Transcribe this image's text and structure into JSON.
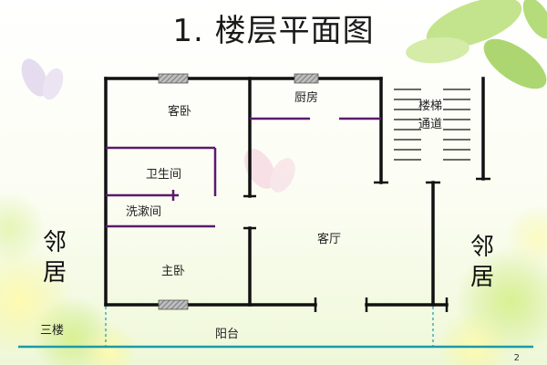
{
  "slide": {
    "title": "1. 楼层平面图",
    "page_number": "2"
  },
  "rooms": {
    "guest_bedroom": "客卧",
    "kitchen": "厨房",
    "stairwell_line1": "楼梯",
    "stairwell_line2": "通道",
    "bathroom": "卫生间",
    "washroom": "洗漱间",
    "living_room": "客厅",
    "master_bedroom": "主卧",
    "balcony": "阳台"
  },
  "labels": {
    "floor": "三楼",
    "neighbor_left_1": "邻",
    "neighbor_left_2": "居",
    "neighbor_right_1": "邻",
    "neighbor_right_2": "居"
  },
  "colors": {
    "wall": "#111111",
    "partition": "#5b1a6e",
    "baseline": "#1c9aa8",
    "window_fill": "#8a8a8a"
  }
}
